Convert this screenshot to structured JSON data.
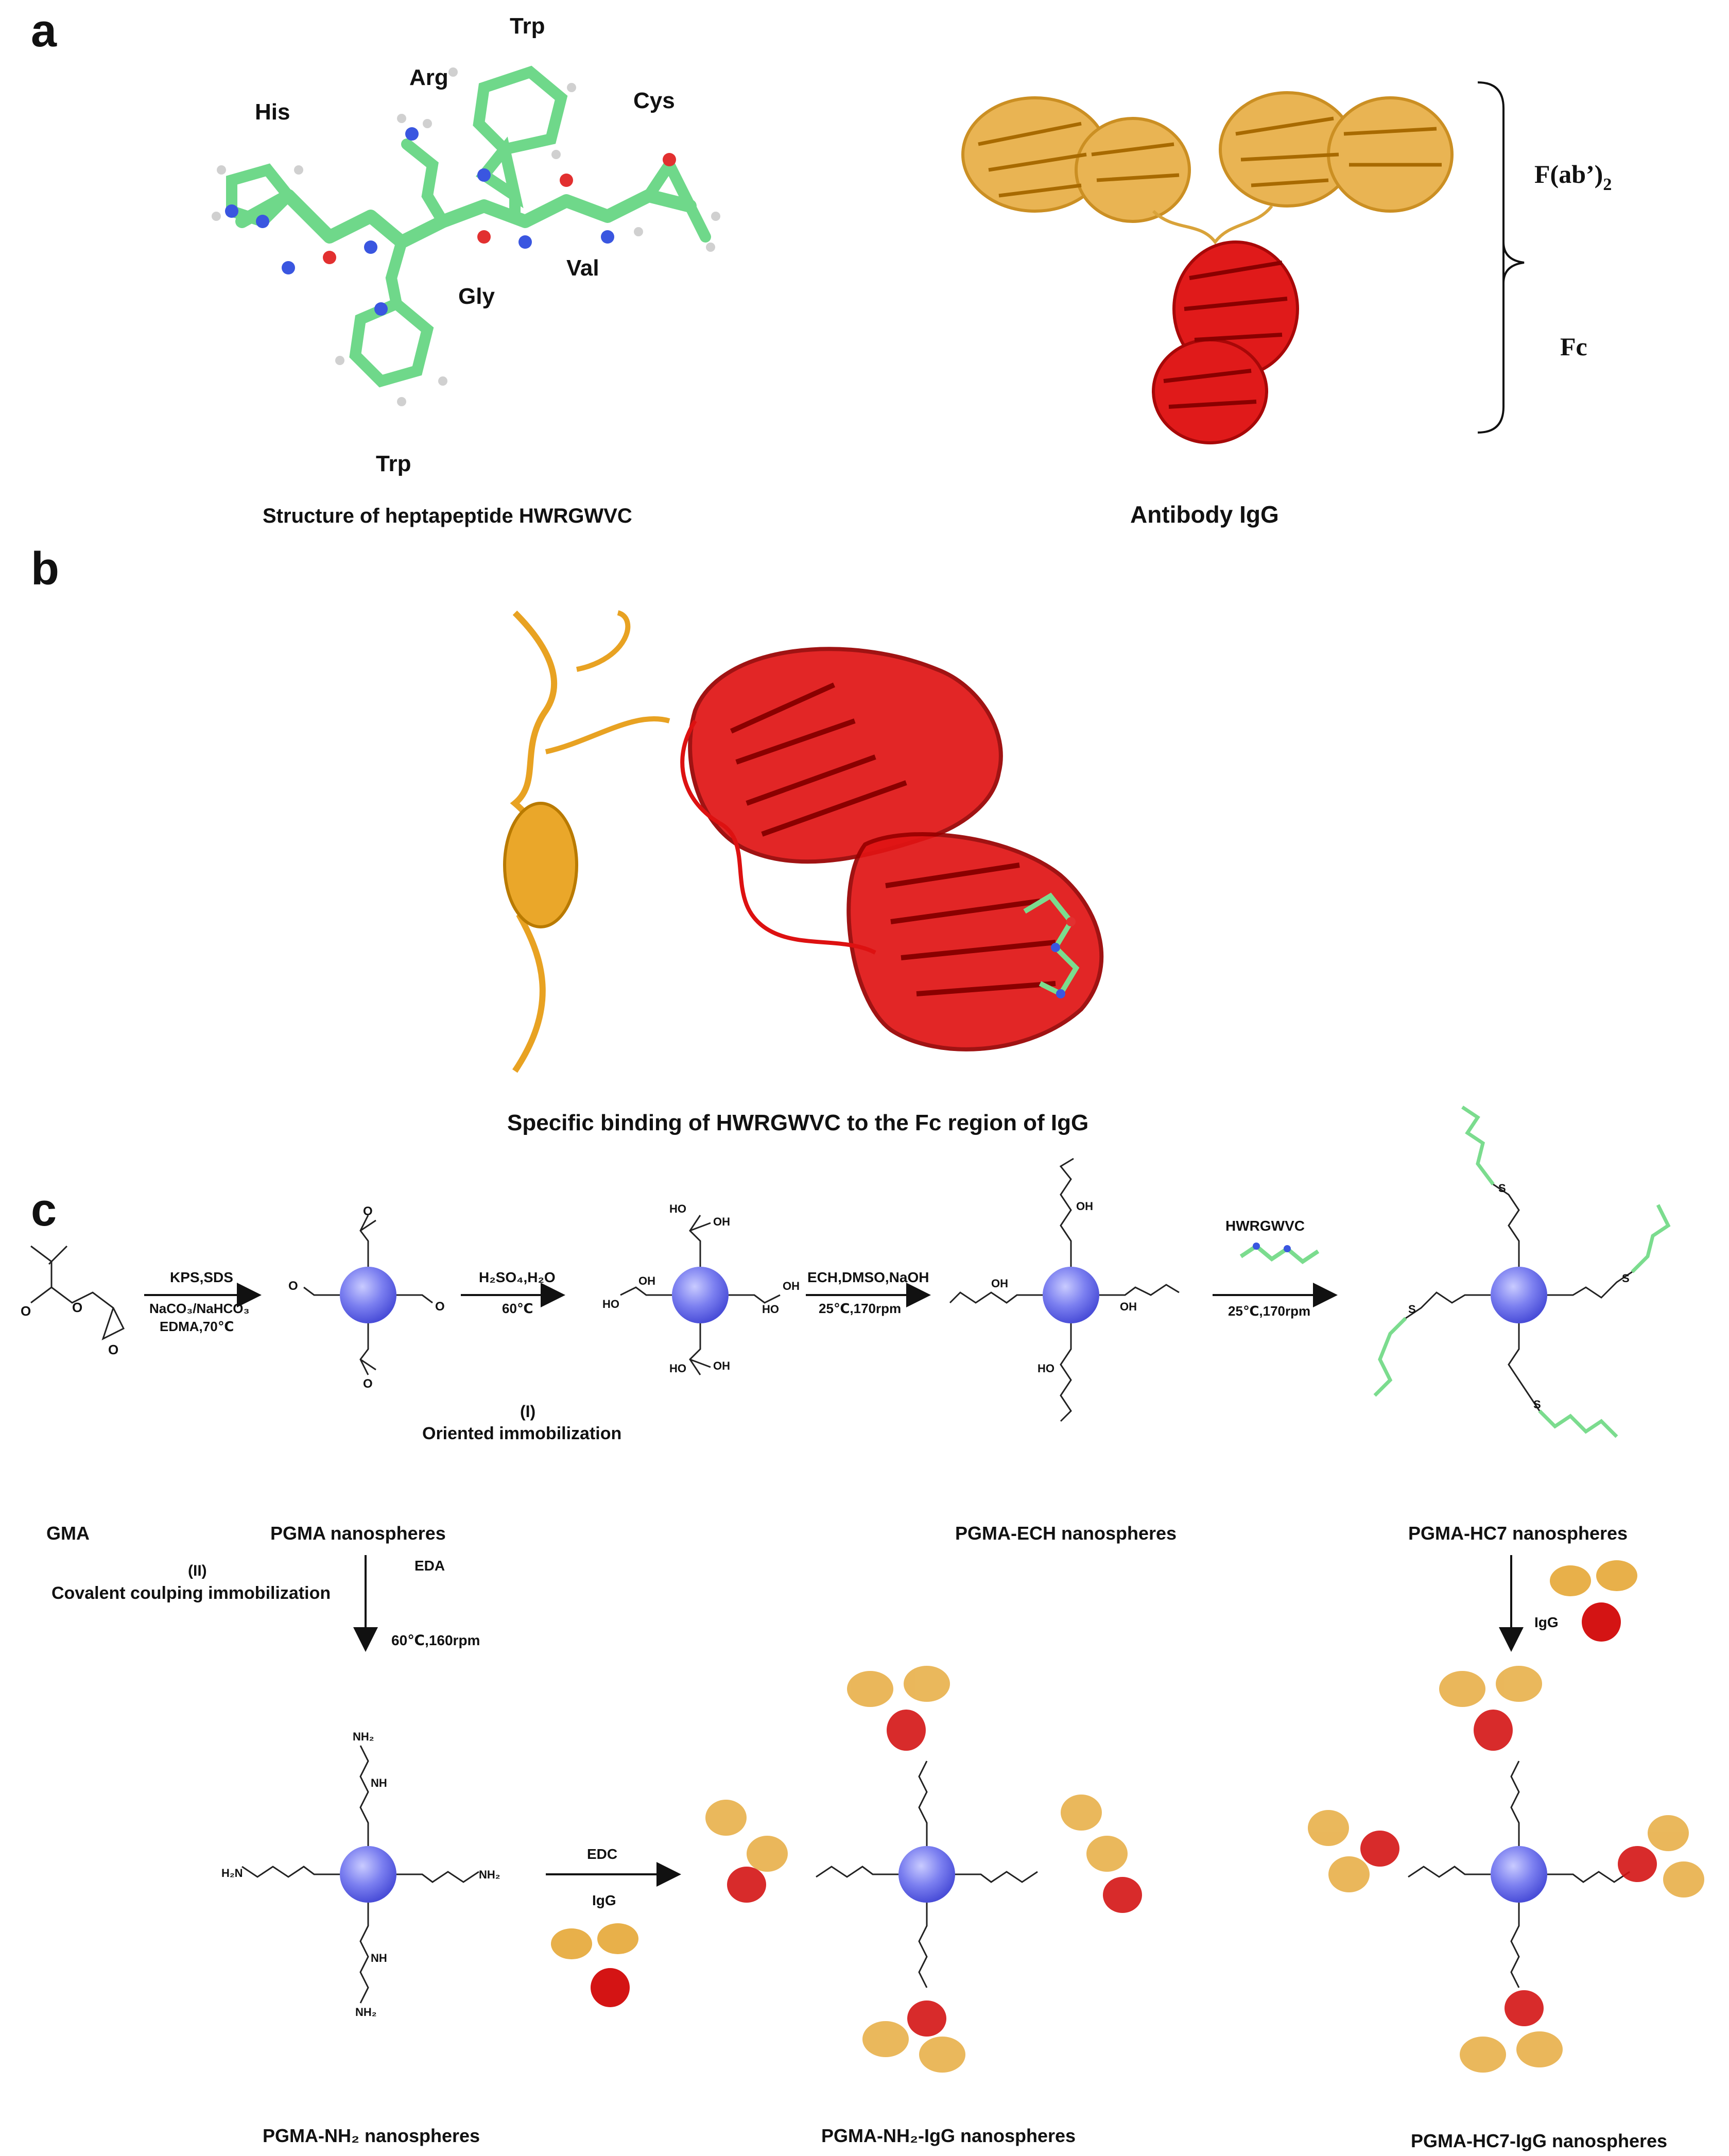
{
  "panels": {
    "a": "a",
    "b": "b",
    "c": "c"
  },
  "panel_a": {
    "residues": {
      "his": "His",
      "arg": "Arg",
      "trp_top": "Trp",
      "cys": "Cys",
      "gly": "Gly",
      "val": "Val",
      "trp_bottom": "Trp"
    },
    "peptide_caption": "Structure of heptapeptide HWRGWVC",
    "fab_label_main": "F(ab’)",
    "fab_label_sub": "2",
    "fc_label": "Fc",
    "antibody_caption": "Antibody IgG"
  },
  "panel_b": {
    "caption": "Specific binding of HWRGWVC to the Fc region of IgG"
  },
  "panel_c": {
    "step1": {
      "above": "KPS,SDS",
      "below1": "NaCO₃/NaHCO₃",
      "below2": "EDMA,70℃"
    },
    "step2": {
      "above": "H₂SO₄,H₂O",
      "below": "60℃"
    },
    "step3": {
      "above": "ECH,DMSO,NaOH",
      "below": "25℃,170rpm"
    },
    "step4": {
      "above": "HWRGWVC",
      "below": "25℃,170rpm"
    },
    "route1_num": "(I)",
    "route1_name": "Oriented immobilization",
    "route2_num": "(II)",
    "route2_name": "Covalent coulping immobilization",
    "eda": "EDA",
    "eda_cond": "60℃,160rpm",
    "igg_right": "IgG",
    "edc": "EDC",
    "igg_bottom": "IgG",
    "names": {
      "gma": "GMA",
      "pgma": "PGMA nanospheres",
      "pgma_ech": "PGMA-ECH nanospheres",
      "pgma_hc7": "PGMA-HC7 nanospheres",
      "pgma_nh2": "PGMA-NH₂  nanospheres",
      "pgma_nh2_igg": "PGMA-NH₂-IgG  nanospheres",
      "pgma_hc7_igg": "PGMA-HC7-IgG  nanospheres"
    },
    "chem": {
      "o": "O",
      "oh": "OH",
      "ho": "HO",
      "s": "S",
      "nh": "NH",
      "h": "H",
      "n": "N",
      "nh2": "NH₂",
      "h2n": "H₂N"
    }
  },
  "colors": {
    "sphere": "#7b7ff0",
    "antibody_fab": "#e0a030",
    "antibody_fc": "#d41414",
    "peptide": "#6fd88a",
    "peptide_n": "#3a56e0",
    "peptide_o": "#e23030"
  }
}
